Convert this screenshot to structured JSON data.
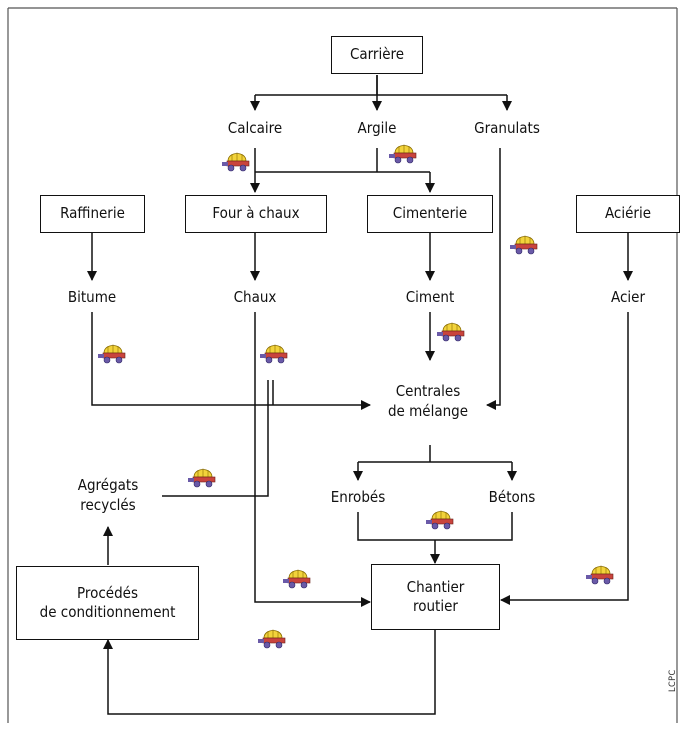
{
  "nodes": {
    "carriere": "Carrière",
    "calcaire": "Calcaire",
    "argile": "Argile",
    "granulats": "Granulats",
    "raffinerie": "Raffinerie",
    "four_a_chaux": "Four à chaux",
    "cimenterie": "Cimenterie",
    "acierie": "Aciérie",
    "bitume": "Bitume",
    "chaux": "Chaux",
    "ciment": "Ciment",
    "acier": "Acier",
    "centrales_l1": "Centrales",
    "centrales_l2": "de mélange",
    "agregats_l1": "Agrégats",
    "agregats_l2": "recyclés",
    "enrobes": "Enrobés",
    "betons": "Bétons",
    "procedes_l1": "Procédés",
    "procedes_l2": "de conditionnement",
    "chantier_l1": "Chantier",
    "chantier_l2": "routier"
  },
  "credit": "LCPC",
  "icons": {
    "transport": "transport-truck-icon",
    "count": 11
  },
  "colors": {
    "line": "#111111",
    "truck_cover": "#f2d33b",
    "truck_body": "#c9443d",
    "truck_wheels": "#6a5aa8",
    "frame": "#555555"
  }
}
